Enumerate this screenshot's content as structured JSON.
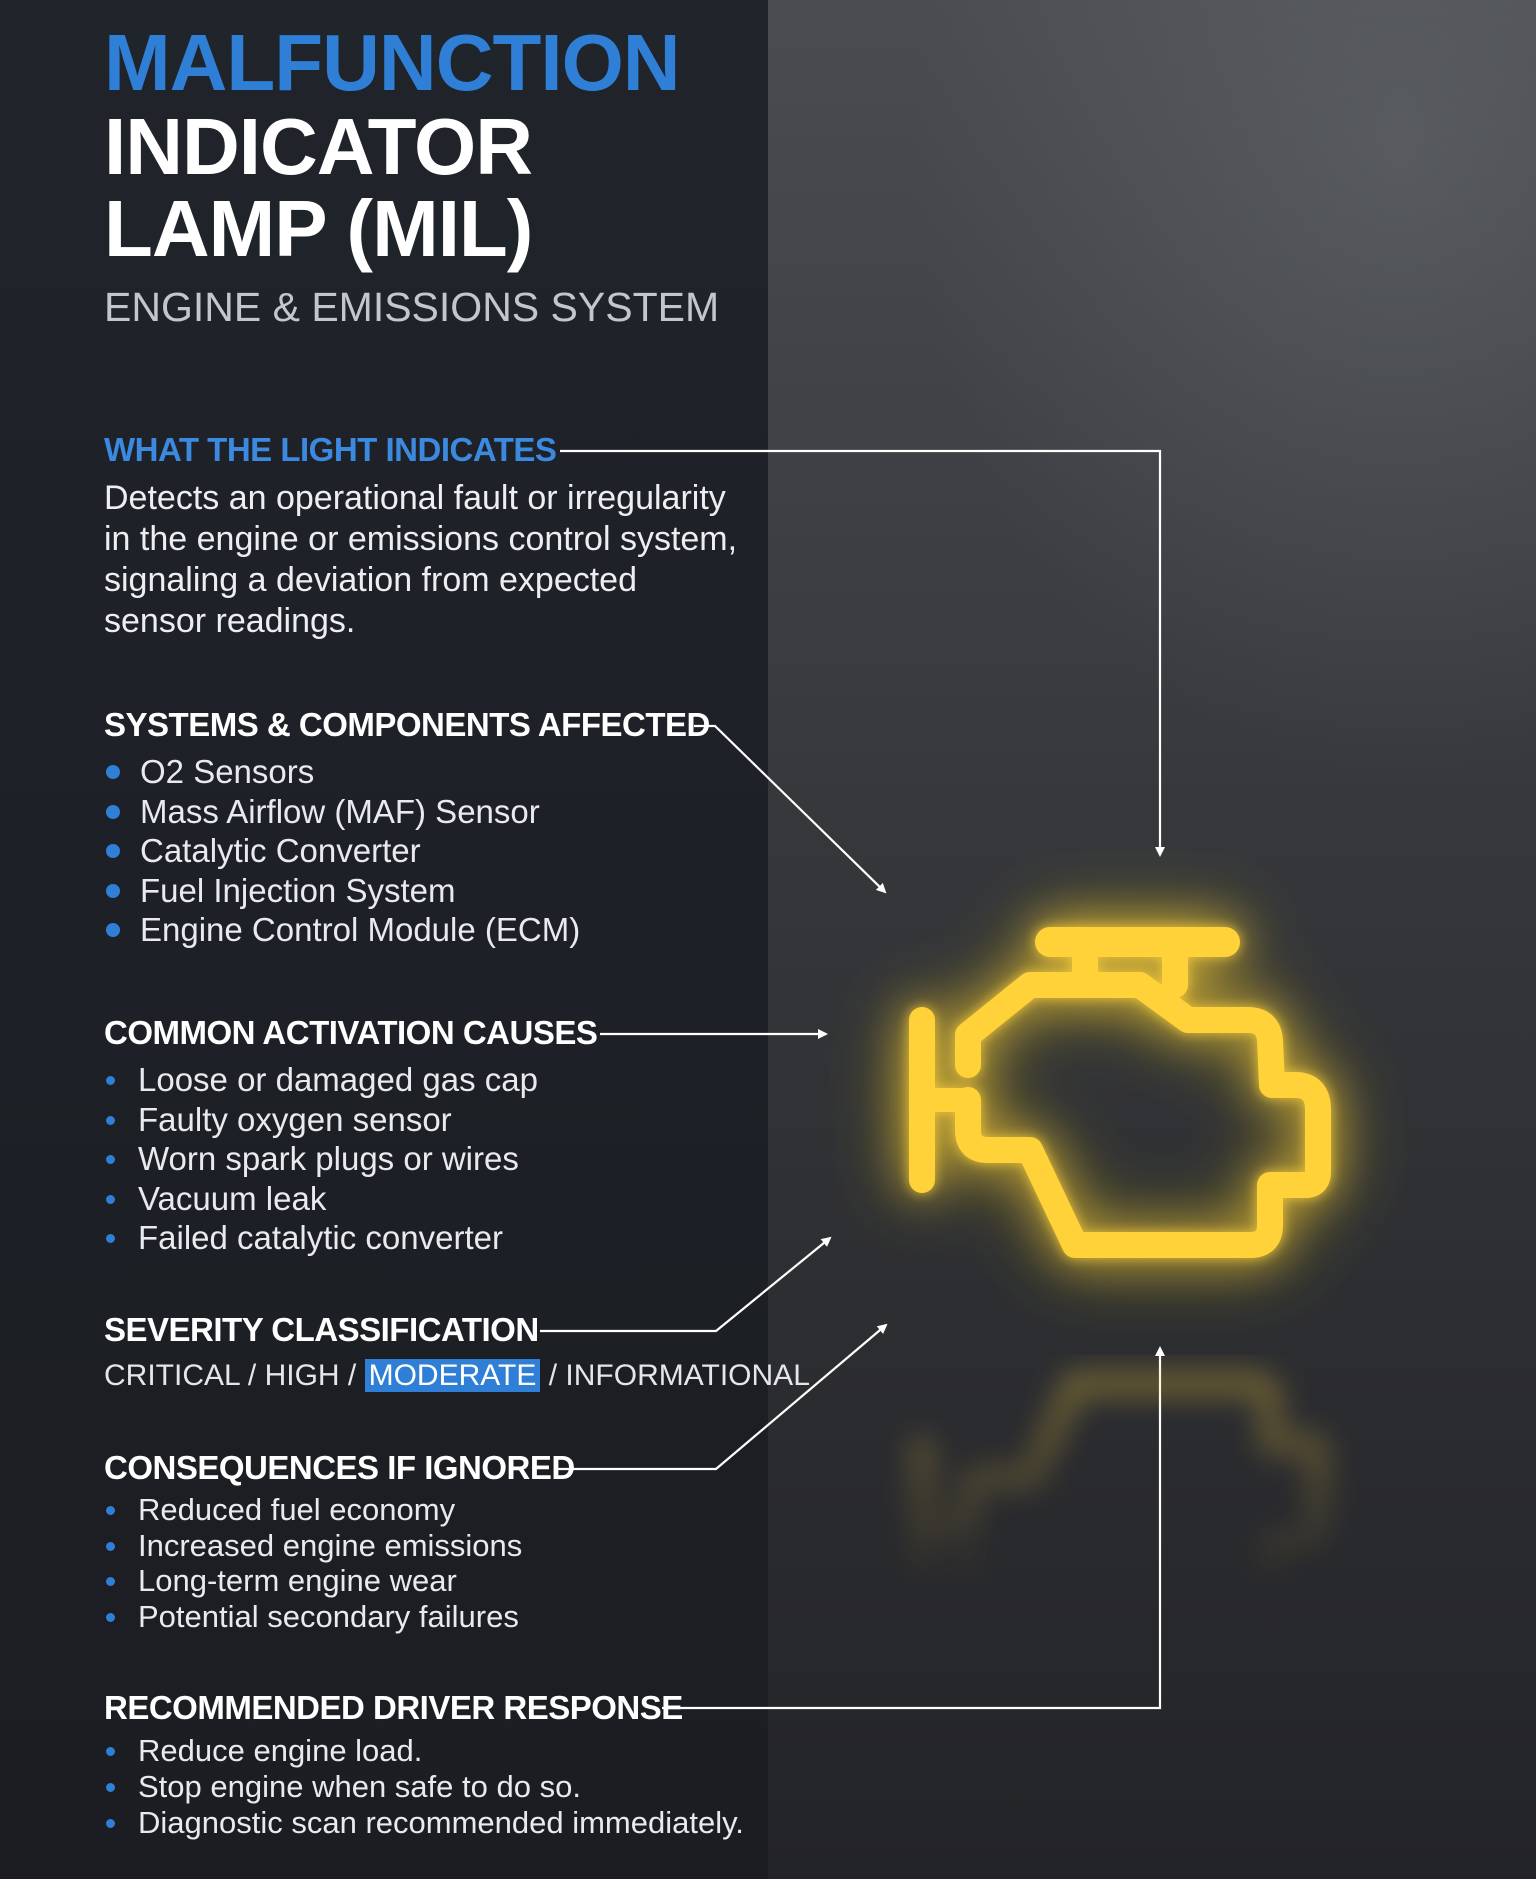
{
  "title": {
    "line1": "MALFUNCTION",
    "line2": "INDICATOR",
    "line3": "LAMP (MIL)",
    "subtitle": "ENGINE & EMISSIONS SYSTEM"
  },
  "sections": {
    "indicates": {
      "heading": "WHAT THE LIGHT INDICATES",
      "text": "Detects an operational fault or irregularity in the engine or emissions control system, signaling a deviation from expected sensor readings."
    },
    "systems": {
      "heading": "SYSTEMS & COMPONENTS AFFECTED",
      "items": [
        "O2 Sensors",
        "Mass Airflow (MAF) Sensor",
        "Catalytic Converter",
        "Fuel Injection System",
        "Engine Control Module (ECM)"
      ]
    },
    "causes": {
      "heading": "COMMON ACTIVATION CAUSES",
      "items": [
        "Loose or damaged gas cap",
        "Faulty oxygen sensor",
        "Worn spark plugs or wires",
        "Vacuum leak",
        "Failed catalytic converter"
      ]
    },
    "severity": {
      "heading": "SEVERITY CLASSIFICATION",
      "levels": [
        "CRITICAL",
        "HIGH",
        "MODERATE",
        "INFORMATIONAL"
      ],
      "selected": "MODERATE"
    },
    "consequences": {
      "heading": "CONSEQUENCES IF IGNORED",
      "items": [
        "Reduced fuel economy",
        "Increased engine emissions",
        "Long-term engine wear",
        "Potential secondary failures"
      ]
    },
    "response": {
      "heading": "RECOMMENDED DRIVER RESPONSE",
      "items": [
        "Reduce engine load.",
        "Stop engine when safe to do so.",
        "Diagnostic scan recommended immediately."
      ]
    }
  },
  "icon": {
    "name": "check-engine-icon",
    "color": "#ffd23a",
    "glow_color": "#ffb400"
  },
  "colors": {
    "accent": "#2f7fd6",
    "panel": "#1d2026",
    "text": "#ffffff"
  }
}
